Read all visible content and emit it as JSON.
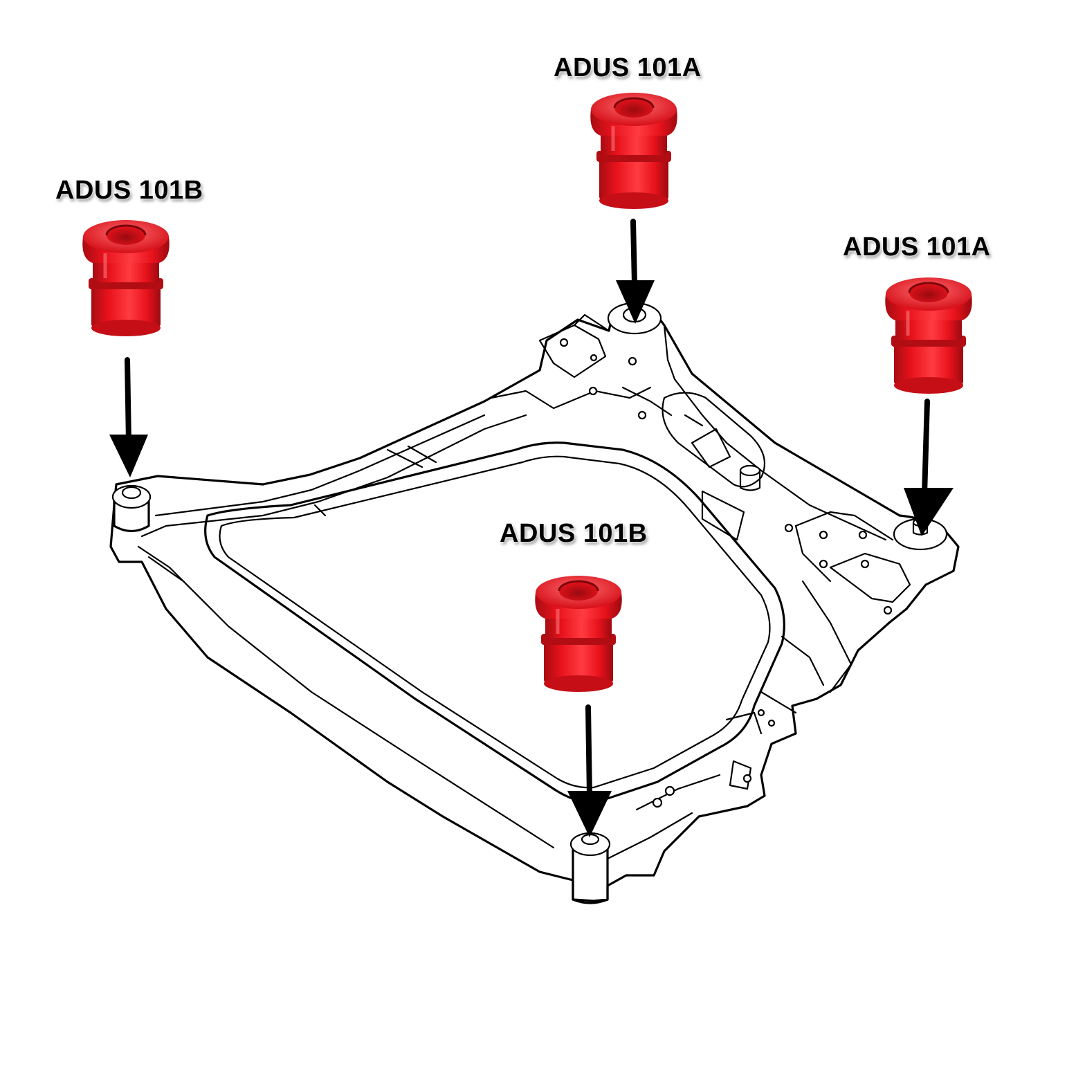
{
  "diagram": {
    "colors": {
      "bushing_red": "#e8121c",
      "bushing_dark": "#b30d14",
      "bushing_light": "#ff5a5f",
      "line": "#000000",
      "background": "#ffffff"
    },
    "callouts": [
      {
        "id": "rear-left",
        "label": "ADUS 101A"
      },
      {
        "id": "rear-right",
        "label": "ADUS 101A"
      },
      {
        "id": "front-left",
        "label": "ADUS 101B"
      },
      {
        "id": "front-center",
        "label": "ADUS 101B"
      }
    ]
  }
}
